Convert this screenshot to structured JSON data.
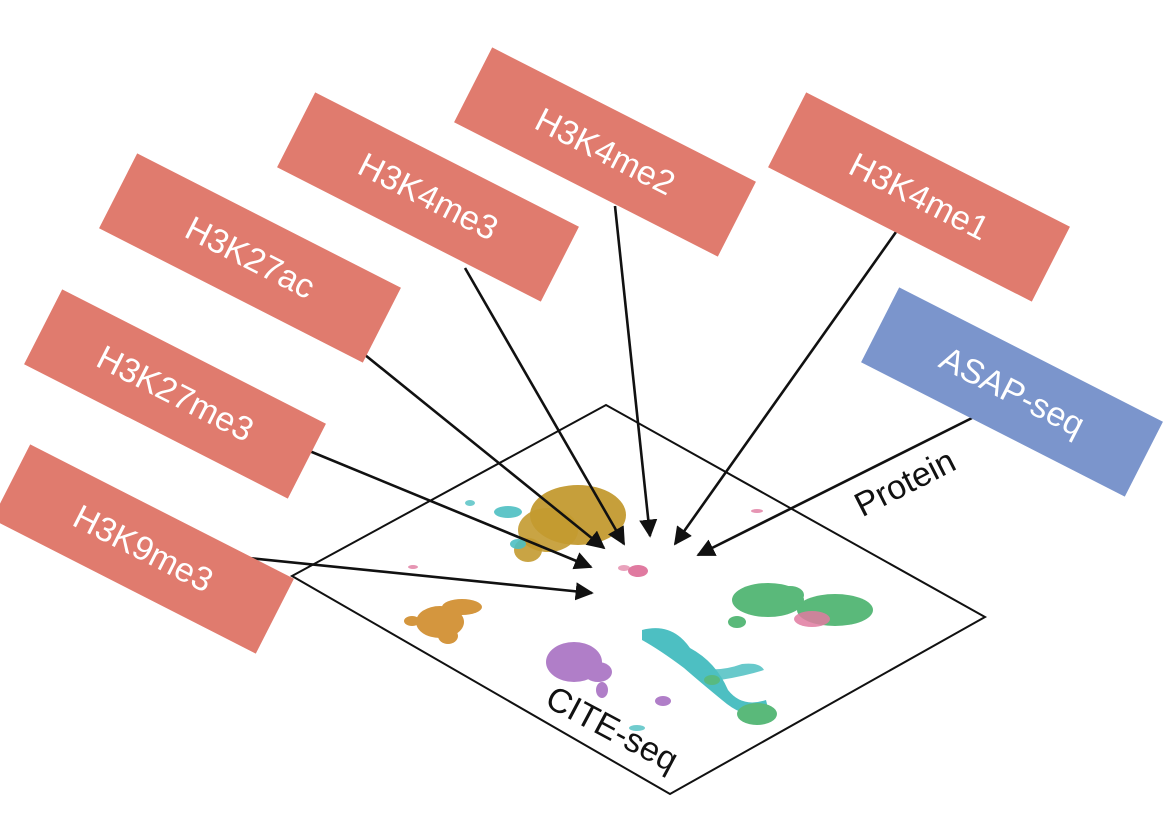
{
  "modalities": [
    {
      "id": "h3k4me2",
      "label": "H3K4me2",
      "color": "#e07b6e"
    },
    {
      "id": "h3k4me1",
      "label": "H3K4me1",
      "color": "#e07b6e"
    },
    {
      "id": "h3k4me3",
      "label": "H3K4me3",
      "color": "#e07b6e"
    },
    {
      "id": "h3k27ac",
      "label": "H3K27ac",
      "color": "#e07b6e"
    },
    {
      "id": "h3k27me3",
      "label": "H3K27me3",
      "color": "#e07b6e"
    },
    {
      "id": "h3k9me3",
      "label": "H3K9me3",
      "color": "#e07b6e"
    },
    {
      "id": "asap-seq",
      "label": "ASAP-seq",
      "color": "#7b95cc"
    }
  ],
  "labels": {
    "protein": "Protein",
    "reference": "CITE-seq"
  },
  "cluster_colors": [
    "#c39a30",
    "#5ab97a",
    "#b07ec8",
    "#4dbfc2",
    "#e07aa0",
    "#d4963e"
  ]
}
